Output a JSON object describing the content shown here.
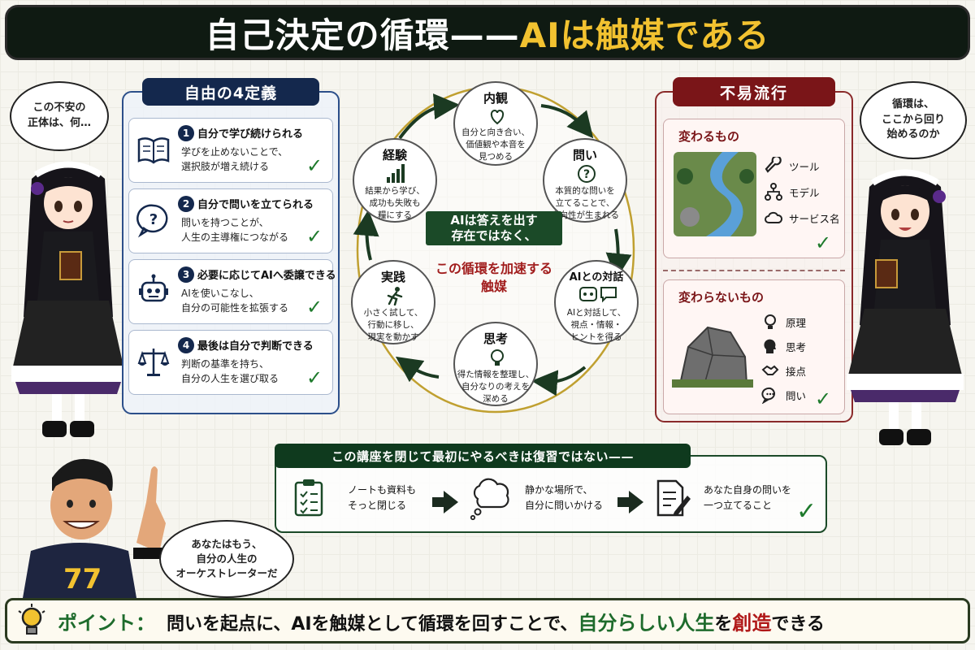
{
  "title": {
    "main": "自己決定の循環——",
    "accent": "AIは触媒である"
  },
  "bubbles": {
    "left_girl": "この不安の\n正体は、何…",
    "right_girl": "循環は、\nここから回り\n始めるのか",
    "guy": "あなたはもう、\n自分の人生の\nオーケストレーターだ"
  },
  "jersey_number": "77",
  "freedom": {
    "header": "自由の4定義",
    "items": [
      {
        "num": "1",
        "title": "自分で学び続けられる",
        "desc": "学びを止めないことで、\n選択肢が増え続ける",
        "icon": "book-icon"
      },
      {
        "num": "2",
        "title": "自分で問いを立てられる",
        "desc": "問いを持つことが、\n人生の主導権につながる",
        "icon": "question-bubble-icon"
      },
      {
        "num": "3",
        "title": "必要に応じてAIへ委譲できる",
        "desc": "AIを使いこなし、\n自分の可能性を拡張する",
        "icon": "robot-icon"
      },
      {
        "num": "4",
        "title": "最後は自分で判断できる",
        "desc": "判断の基準を持ち、\n自分の人生を選び取る",
        "icon": "scales-icon"
      }
    ],
    "check_glyph": "✓"
  },
  "cycle": {
    "nodes": [
      {
        "key": "naikan",
        "title": "内観",
        "desc": "自分と向き合い、\n価値観や本音を\n見つめる",
        "icon": "heart-head-icon"
      },
      {
        "key": "toi",
        "title": "問い",
        "desc": "本質的な問いを\n立てることで、\n方向性が生まれる",
        "icon": "question-icon"
      },
      {
        "key": "ai",
        "title": "AIとの対話",
        "desc": "AIと対話して、\n視点・情報・\nヒントを得る",
        "icon": "robot-chat-icon"
      },
      {
        "key": "shikou",
        "title": "思考",
        "desc": "得た情報を整理し、\n自分なりの考えを\n深める",
        "icon": "bulb-head-icon"
      },
      {
        "key": "jissen",
        "title": "実践",
        "desc": "小さく試して、\n行動に移し、\n現実を動かす",
        "icon": "runner-icon"
      },
      {
        "key": "keiken",
        "title": "経験",
        "desc": "結果から学び、\n成功も失敗も\n糧にする",
        "icon": "bars-icon"
      }
    ],
    "center": "AIは答えを出す\n存在ではなく、",
    "accel": "この循環を加速する\n触媒"
  },
  "fueki": {
    "header": "不易流行",
    "change": {
      "title": "変わるもの",
      "items": [
        "ツール",
        "モデル",
        "サービス名"
      ],
      "icons": [
        "wrench-icon",
        "network-icon",
        "cloud-icon"
      ]
    },
    "nochange": {
      "title": "変わらないもの",
      "items": [
        "原理",
        "思考",
        "接点",
        "問い"
      ],
      "icons": [
        "bulb-icon",
        "head-icon",
        "handshake-icon",
        "chat-icon"
      ]
    }
  },
  "action": {
    "header": "この講座を閉じて最初にやるべきは復習ではない——",
    "steps": [
      {
        "text": "ノートも資料も\nそっと閉じる",
        "icon": "checklist-icon"
      },
      {
        "text": "静かな場所で、\n自分に問いかける",
        "icon": "thought-cloud-icon"
      },
      {
        "text": "あなた自身の問いを\n一つ立てること",
        "icon": "document-pen-icon"
      }
    ]
  },
  "point": {
    "label": "ポイント：",
    "text_before": "問いを起点に、AIを触媒として循環を回すことで、",
    "highlight1": "自分らしい人生",
    "text_mid": "を",
    "highlight2": "創造",
    "text_after": "できる"
  },
  "colors": {
    "navy": "#14284d",
    "green": "#1b4a28",
    "maroon": "#7a1518",
    "gold": "#f2c230",
    "check": "#1e7a2c"
  }
}
